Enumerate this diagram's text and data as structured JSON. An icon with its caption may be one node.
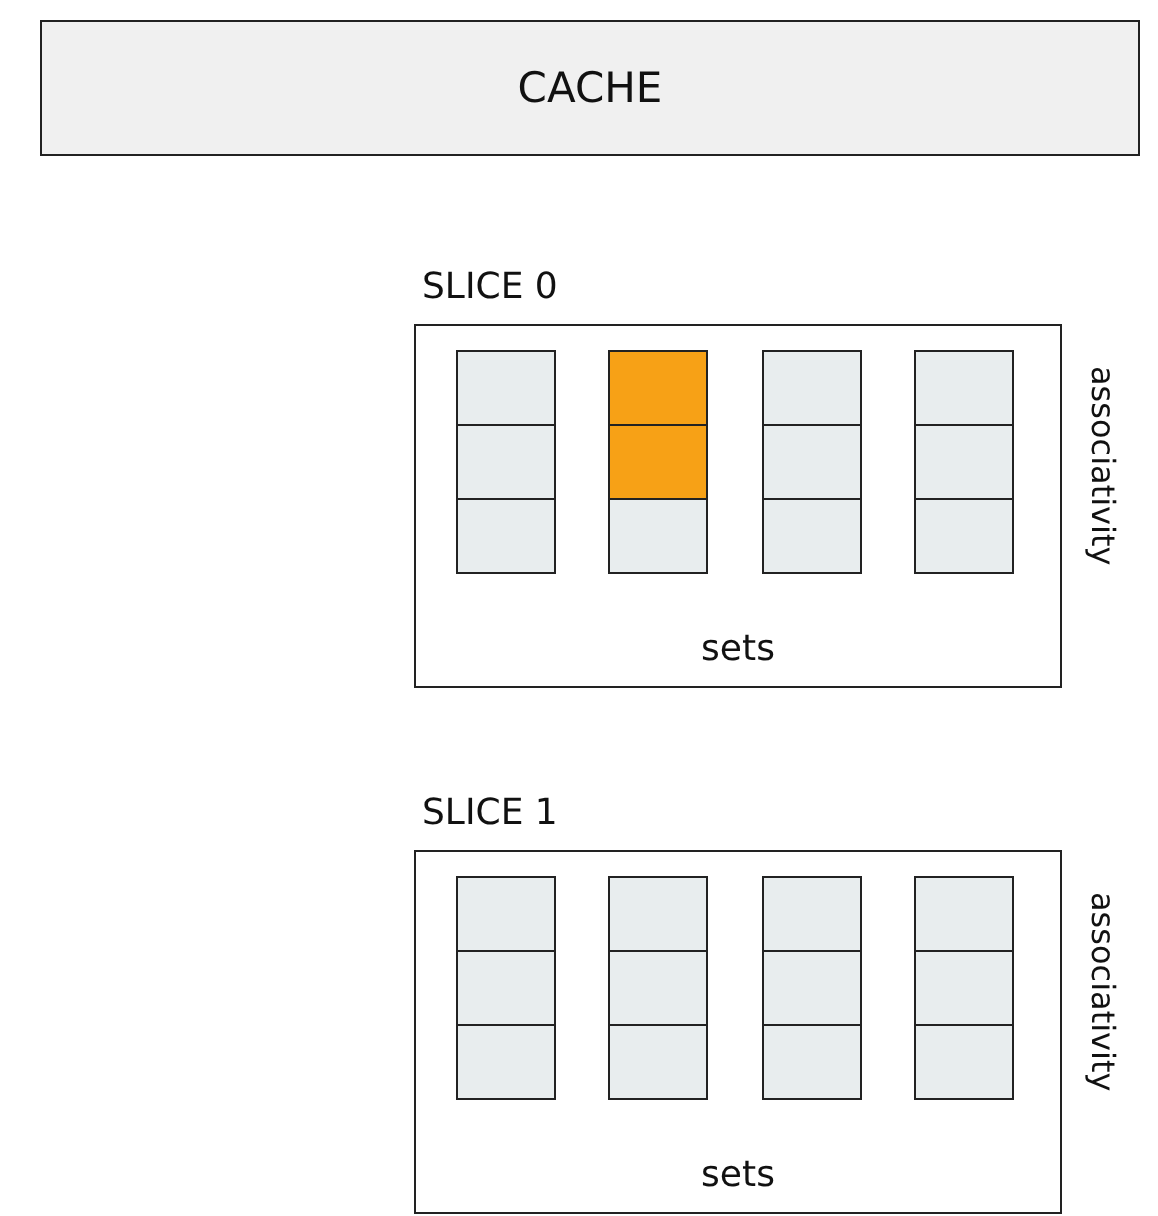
{
  "diagram": {
    "nodes": [
      {
        "text": [
          "CACHE"
        ]
      },
      {
        "text": [
          "SLICE 0",
          "sets"
        ],
        "beside": [
          "associativity"
        ]
      },
      {
        "text": [],
        "shape": "box",
        "in": 1
      },
      {
        "text": [],
        "shape": "box",
        "in": 1
      },
      {
        "text": [],
        "shape": "box",
        "in": 1
      },
      {
        "text": [],
        "shape": "box",
        "in": 1
      },
      {
        "text": [],
        "shape": "box",
        "in": 1
      },
      {
        "text": [],
        "shape": "box",
        "in": 1
      },
      {
        "text": [],
        "shape": "box",
        "in": 1
      },
      {
        "text": [],
        "shape": "box",
        "in": 1
      },
      {
        "text": [],
        "shape": "box",
        "in": 1
      },
      {
        "text": [],
        "shape": "box",
        "in": 1
      },
      {
        "text": [],
        "shape": "box",
        "in": 1
      },
      {
        "text": [],
        "shape": "box",
        "in": 1
      },
      {
        "text": [
          "SLICE 1",
          "sets"
        ],
        "beside": [
          "associativity"
        ]
      },
      {
        "text": [],
        "shape": "box",
        "in": 14
      },
      {
        "text": [],
        "shape": "box",
        "in": 14
      },
      {
        "text": [],
        "shape": "box",
        "in": 14
      },
      {
        "text": [],
        "shape": "box",
        "in": 14
      },
      {
        "text": [],
        "shape": "box",
        "in": 14
      },
      {
        "text": [],
        "shape": "box",
        "in": 14
      },
      {
        "text": [],
        "shape": "box",
        "in": 14
      },
      {
        "text": [],
        "shape": "box",
        "in": 14
      },
      {
        "text": [],
        "shape": "box",
        "in": 14
      },
      {
        "text": [],
        "shape": "box",
        "in": 14
      },
      {
        "text": [],
        "shape": "box",
        "in": 14
      },
      {
        "text": [],
        "shape": "box",
        "in": 14
      }
    ]
  }
}
